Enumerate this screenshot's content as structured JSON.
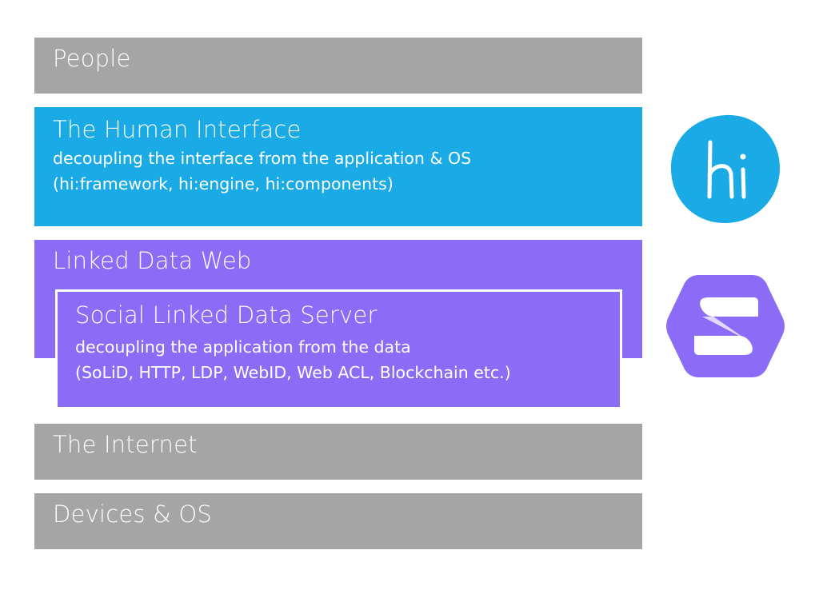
{
  "layers": {
    "people": {
      "title": "People"
    },
    "human_interface": {
      "title": "The Human Interface",
      "line1": "decoupling the interface from the application & OS",
      "line2": "(hi:framework, hi:engine, hi:components)"
    },
    "linked_data_web": {
      "title": "Linked Data Web"
    },
    "solid": {
      "title": "Social Linked Data Server",
      "line1": "decoupling the application from the data",
      "line2": "(SoLiD, HTTP, LDP, WebID, Web ACL, Blockchain etc.)"
    },
    "internet": {
      "title": "The Internet"
    },
    "devices": {
      "title": "Devices & OS"
    }
  },
  "logos": {
    "hi": {
      "text": "hi",
      "icon": "hi-logo-icon",
      "color": "#1aabe7"
    },
    "solid": {
      "icon": "solid-logo-icon",
      "color": "#8b6cf7"
    }
  },
  "colors": {
    "gray_layer": "#a5a5a5",
    "blue_layer": "#1aabe7",
    "purple_layer": "#8b6cf7",
    "text": "#ffffff"
  }
}
